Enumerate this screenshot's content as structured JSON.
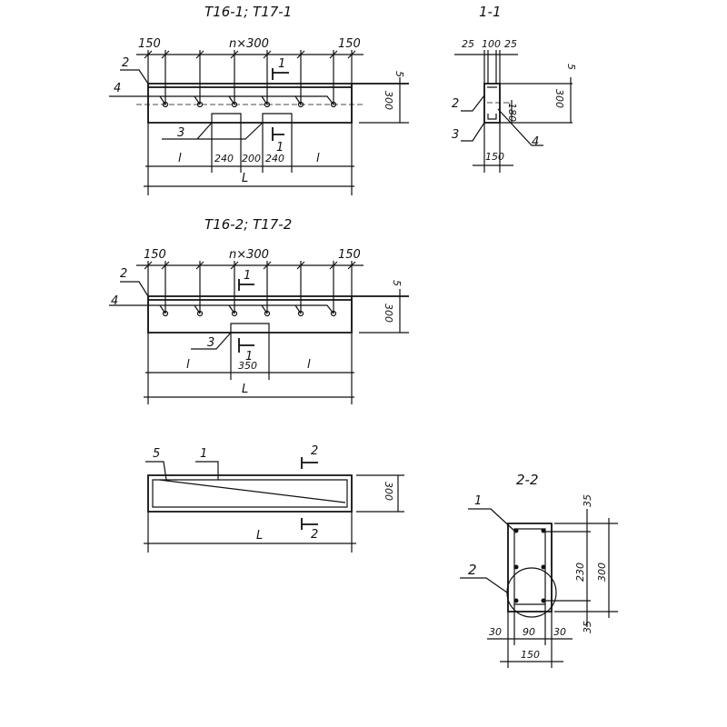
{
  "view1": {
    "title": "T16-1; T17-1",
    "dim_left": "150",
    "dim_mid": "n×300",
    "dim_right": "150",
    "callout_2": "2",
    "callout_4": "4",
    "callout_3": "3",
    "section_mark": "1",
    "dim_l_left": "l",
    "dim_240a": "240",
    "dim_200": "200",
    "dim_240b": "240",
    "dim_l_right": "l",
    "dim_total": "L",
    "dim_5": "5",
    "dim_300": "300"
  },
  "section11": {
    "title": "1-1",
    "dim_25a": "25",
    "dim_100": "100",
    "dim_25b": "25",
    "callout_2": "2",
    "callout_3": "3",
    "callout_4": "4",
    "dim_150": "150",
    "dim_180": "180",
    "dim_5": "5",
    "dim_300": "300"
  },
  "view2": {
    "title": "T16-2; T17-2",
    "dim_left": "150",
    "dim_mid": "n×300",
    "dim_right": "150",
    "callout_2": "2",
    "callout_4": "4",
    "callout_3": "3",
    "section_mark": "1",
    "dim_l_left": "l",
    "dim_350": "350",
    "dim_l_right": "l",
    "dim_total": "L",
    "dim_5": "5",
    "dim_300": "300"
  },
  "view3": {
    "callout_5": "5",
    "callout_1": "1",
    "section_mark": "2",
    "dim_300": "300",
    "dim_total": "L"
  },
  "section22": {
    "title": "2-2",
    "callout_1": "1",
    "callout_2": "2",
    "dim_35a": "35",
    "dim_230": "230",
    "dim_300": "300",
    "dim_35b": "35",
    "dim_30a": "30",
    "dim_90": "90",
    "dim_30b": "30",
    "dim_150": "150"
  }
}
